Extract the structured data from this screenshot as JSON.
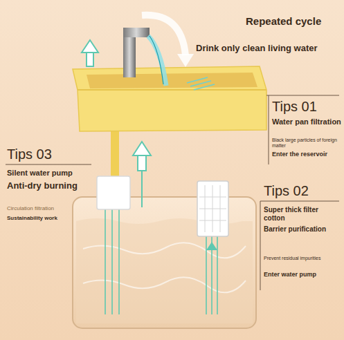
{
  "diagram": {
    "title": "Repeated cycle",
    "labels": [
      "Drink only clean living water",
      "Tips 01",
      "Water pan filtration",
      "Black large particles of foreign matter",
      "Enter the reservoir",
      "Tips 03",
      "Silent water pump",
      "Anti-dry burning",
      "Circulation filtration",
      "Sustainability work",
      "Tips 02",
      "Super thick filter cotton",
      "Barrier purification",
      "Prevent residual impurities",
      "Enter water pump"
    ]
  }
}
